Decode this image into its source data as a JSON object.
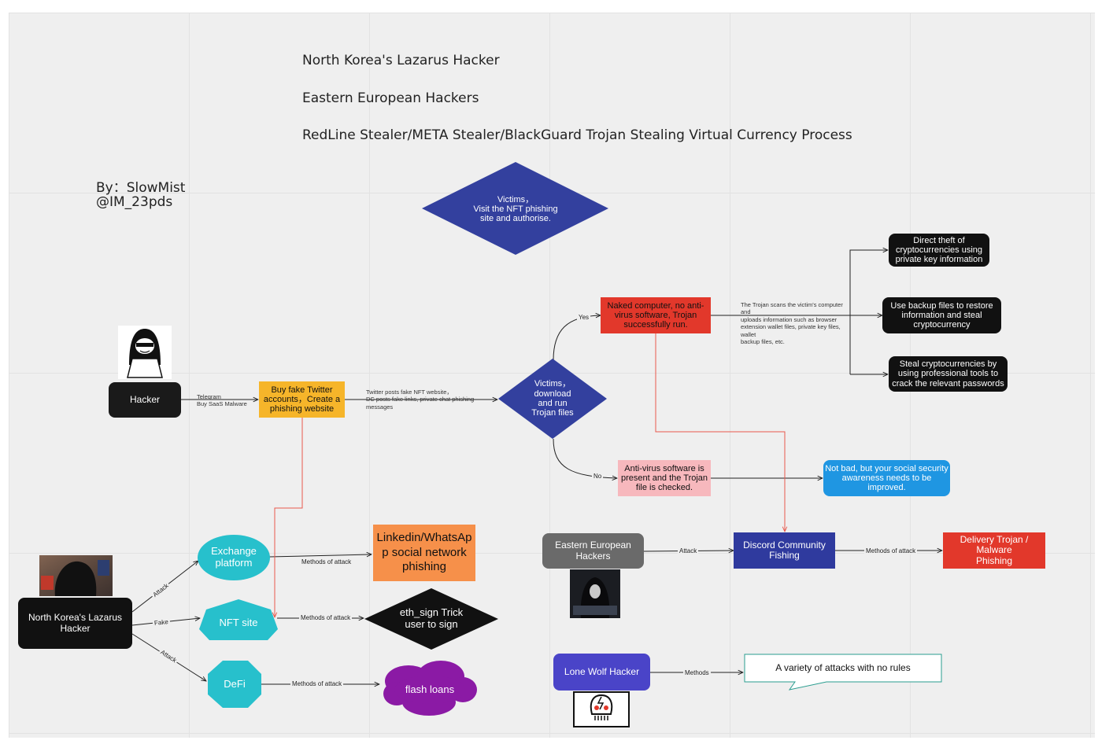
{
  "titles": {
    "line1": "North Korea's Lazarus Hacker",
    "line2": "Eastern European Hackers",
    "line3": "RedLine Stealer/META Stealer/BlackGuard Trojan Stealing Virtual Currency Process"
  },
  "author": {
    "by": "By：SlowMist",
    "handle": "@IM_23pds"
  },
  "nodes": {
    "victims_visit": "Victims，\nVisit the NFT phishing\nsite and authorise.",
    "hacker": "Hacker",
    "buy_fake": "Buy fake Twitter\naccounts，Create a\nphishing website",
    "victims_download": "Victims，\ndownload\nand run\nTrojan files",
    "naked_computer": "Naked computer, no anti-\nvirus software, Trojan\nsuccessfully run.",
    "trojan_scan": "The Trojan scans the victim's computer and\nuploads information such as browser\nextension wallet files, private key files, wallet\nbackup files, etc.",
    "direct_theft": "Direct theft of\ncryptocurrencies using\nprivate key information",
    "use_backup": "Use backup files to restore\ninformation and steal\ncryptocurrency",
    "steal_crypto": "Steal cryptocurrencies by\nusing professional tools to\ncrack the relevant passwords",
    "antivirus": "Anti-virus software is\npresent and the Trojan\nfile is checked.",
    "not_bad": "Not bad, but your social security\nawareness needs to be\nimproved.",
    "exchange": "Exchange\nplatform",
    "linkedin": "Linkedin/WhatsAp\np social network\nphishing",
    "nk_hacker": "North Korea's Lazarus\nHacker",
    "nft_site": "NFT site",
    "eth_sign": "eth_sign Trick\nuser to sign",
    "defi": "DeFi",
    "flash_loans": "flash loans",
    "ee_hackers": "Eastern European\nHackers",
    "discord": "Discord Community\nFishing",
    "delivery": "Delivery Trojan / Malware\nPhishing",
    "lone_wolf": "Lone Wolf Hacker",
    "variety": "A variety of attacks with no rules"
  },
  "edge_labels": {
    "telegram": "Telegram\nBuy SaaS Malware",
    "twitter_posts": "Twitter posts fake NFT website，\nDC posts fake links, private chat phishing\nmessages",
    "yes": "Yes",
    "no": "No",
    "attack1": "Attack",
    "fake": "Fake",
    "attack2": "Attack",
    "methods_exchange": "Methods of attack",
    "methods_nft": "Methods of attack",
    "methods_defi": "Methods of attack",
    "attack_ee": "Attack",
    "methods_discord": "Methods of attack",
    "methods_lone": "Methods"
  },
  "colors": {
    "navy": "#33409e",
    "black": "#1a1a1a",
    "orange": "#f6b52a",
    "red": "#e2382b",
    "pink": "#f7b8bd",
    "blue": "#1f96e2",
    "teal": "#27c0cc",
    "peach": "#f6904a",
    "purple": "#7b1fa2",
    "grey": "#6a6a6a",
    "indigo": "#2f3a9e",
    "violet": "#4a44c8",
    "edge_red": "#e8584c"
  },
  "icons": [
    "hacker-laptop-icon",
    "hooded-hacker-photo",
    "anonymous-hacker-photo",
    "skull-warning-icon"
  ]
}
